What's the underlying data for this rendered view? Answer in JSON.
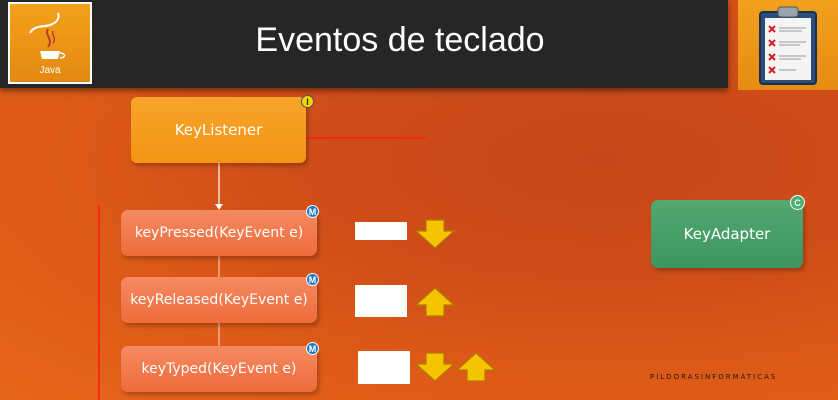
{
  "slide": {
    "title": "Eventos de teclado",
    "logo_text": "Java"
  },
  "diagram": {
    "interface_box": {
      "label": "KeyListener",
      "badge": "I"
    },
    "methods": [
      {
        "label": "keyPressed(KeyEvent e)",
        "badge": "M",
        "arrows": [
          "down"
        ]
      },
      {
        "label": "keyReleased(KeyEvent e)",
        "badge": "M",
        "arrows": [
          "up"
        ]
      },
      {
        "label": "keyTyped(KeyEvent e)",
        "badge": "M",
        "arrows": [
          "down",
          "up"
        ]
      }
    ],
    "class_box": {
      "label": "KeyAdapter",
      "badge": "C"
    }
  },
  "watermark": "PÍLDORASINFORMÁTICAS",
  "colors": {
    "background": "#d9551a",
    "header": "#262626",
    "interface_box": "#f59c1f",
    "method_box": "#f27a4a",
    "class_box": "#479c66",
    "red_line": "#ff1a1a",
    "arrow": "#f5c400"
  }
}
